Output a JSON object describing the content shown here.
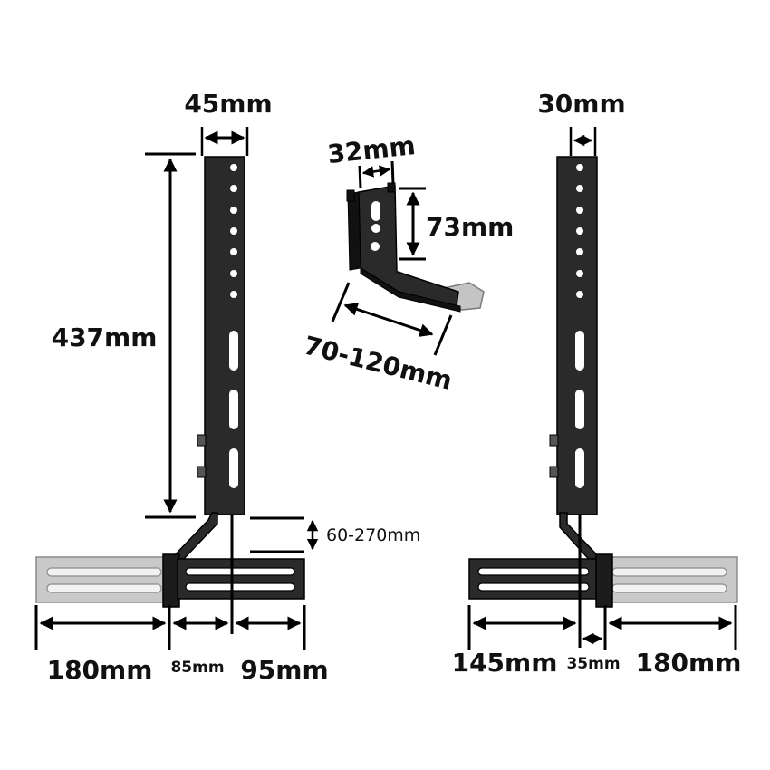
{
  "dimensions": {
    "left_bracket_width": "45mm",
    "left_bracket_height": "437mm",
    "vertical_adjust": "60-270mm",
    "left_arm_extension": "180mm",
    "left_inner_segment": "85mm",
    "left_outer_segment": "95mm",
    "clamp_width": "32mm",
    "clamp_height": "73mm",
    "clamp_range": "70-120mm",
    "right_bracket_width": "30mm",
    "right_arm_base": "145mm",
    "right_offset": "35mm",
    "right_arm_extension": "180mm"
  },
  "colors": {
    "bracket": "#2a2a2a",
    "extension": "#c9c9c9",
    "dimension_line": "#000000",
    "background": "#ffffff"
  }
}
